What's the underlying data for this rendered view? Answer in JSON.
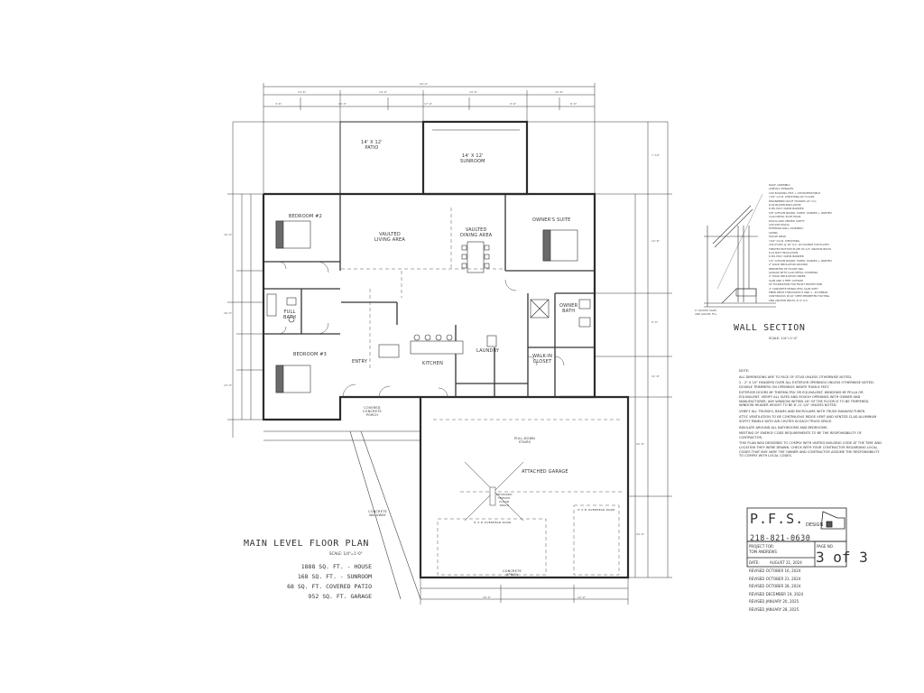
{
  "plan": {
    "title": "MAIN LEVEL FLOOR PLAN",
    "scale": "SCALE: 1/4\"=1'-0\"",
    "areas": [
      "1888 SQ. FT. - HOUSE",
      "168 SQ. FT. - SUNROOM",
      "68 SQ. FT. COVERED PATIO",
      "952 SQ. FT. GARAGE"
    ]
  },
  "rooms": {
    "patio": "14' X 12'\nPATIO",
    "sunroom": "14' X 12'\nSUNROOM",
    "bedroom2": "BEDROOM #2",
    "living": "VAULTED\nLIVING AREA",
    "dining": "VAULTED\nDINING AREA",
    "owners_suite": "OWNER'S SUITE",
    "full_bath": "FULL\nBATH",
    "owner_bath": "OWNER\nBATH",
    "laundry": "LAUNDRY",
    "walkin": "WALK-IN\nCLOSET",
    "bedroom3": "BEDROOM #3",
    "entry": "ENTRY",
    "kitchen": "KITCHEN",
    "garage": "ATTACHED GARAGE",
    "pulldown": "PULL-DOWN\nSTAIRS",
    "covered_porch": "COVERED\nCONCRETE\nPORCH",
    "apron": "CONCRETE\nAPRON",
    "walkway": "CONCRETE\nWALKWAY",
    "garage_trench": "RECESSED\nTRENCH\nFLOOR\nDRAIN",
    "overhead_door_left": "9' X 8' OVERHEAD DOOR",
    "overhead_door_right": "9' X 8' OVERHEAD DOOR"
  },
  "dimensions": {
    "overall_width": "54'-0\"",
    "top": [
      "13'-6\"",
      "14'-0\"",
      "14'-0\"",
      "12'-6\""
    ],
    "top2": [
      "3'-6\"",
      "14'-4\"",
      "17'-0\"",
      "9'-6\"",
      "6'-0\""
    ],
    "left": [
      "19'-0\"",
      "16'-0\"",
      "13'-0\""
    ],
    "right": [
      "7'-10\"",
      "12'-6\"",
      "5'-0\"",
      "11'-6\""
    ],
    "garage_bottom": [
      "34'-0\"",
      "12'-0\""
    ],
    "garage_side": [
      "23'-0\"",
      "24'-0\""
    ]
  },
  "wall_section": {
    "title": "WALL SECTION",
    "scale": "SCALE: 1/4\"=1'-0\"",
    "notes": [
      "ROOF ASSEMBLY:",
      "ASPHALT SHINGLES",
      "15# BUILDING FELT + ICE/WATERSHIELD",
      "7/16\" O.S.B. SHEATHING W/ H-CLIPS",
      "ENGINEERED ROOF TRUSSES 24\" O.C.",
      "R-49 BLOWN INSULATION",
      "6 MIL POLY VAPOR BARRIER",
      "5/8\" GYPSUM BOARD, TAPED, SANDED + PAINTED",
      "",
      "CLAD METAL ROOF EDGE,",
      "FASCIA AND VENTED SOFFIT",
      "2X6 SUB FASCIA",
      "",
      "EXTERIOR WALL ASSEMBLY:",
      "SIDING",
      "HOUSE WRAP",
      "7/16\" O.S.B. SHEATHING",
      "2X6 STUDS @ 16\" O.C. W/ DOUBLE TOP PLATES",
      "TREATED BOTTOM PLATE W/ 1/2\" ANCHOR BOLTS",
      "R-21 BATT INSULATION",
      "6 MIL POLY VAPOR BARRIER",
      "1/2\" GYPSUM BOARD, TAPED, SANDED + PAINTED",
      "",
      "2\" RIGID INSULATION AROUND",
      "PERIMETER OF HOUSE AND",
      "GARAGE WITH CLAD METAL COVERING",
      "2\" RIGID INSULATION UNDER",
      "SLAB AND 4 FEET OUTSIDE",
      "OF FOUNDATION FOR FROST PROTECTION",
      "",
      "4\" CONCRETE MONOLITHIC SLAB WITH",
      "FIBER MESH THROUGHOUT AND 1 - #4 REBAR,",
      "CONTINUOUS IN 16\" DEEP PERIMETER FOOTING",
      "AND ANCHOR BOLTS, 6'-0\" O.C."
    ],
    "footing_label": "6\" PACKED SAND\nAND GRAVEL FILL"
  },
  "notes": [
    "NOTE:",
    "ALL DIMENSIONS ARE TO FACE OF STUD UNLESS OTHERWISE NOTED.",
    "2 - 2\" X 10\" HEADERS OVER ALL EXTERIOR OPENINGS UNLESS OTHERWISE NOTED. DOUBLE TRIMMERS ON OPENINGS WIDER THAN 6 FEET.",
    "EXTERIOR DOORS BY THERMA-TRU OR EQUIVALENT. WINDOWS BY PELLA OR EQUIVALENT. VERIFY ALL SIZES AND ROUGH OPENINGS WITH OWNER AND MANUFACTURER. ANY WINDOW WITHIN 18\" OF THE FLOOR IS TO BE TEMPERED. WINDOW HEADER HEIGHT TO BE 6'-11 1/4\" UNLESS NOTED.",
    "VERIFY ALL TRUSSES, BEAMS AND MICROLAMS WITH TRUSS MANUFACTURER.",
    "ATTIC VENTILATION TO BE CONTINUOUS RIDGE VENT AND VENTED CLAD ALUMINUM SOFFIT PANELS WITH AIR CHUTES IN EACH TRUSS SPACE.",
    "INSULATE AROUND ALL BATHROOMS AND BEDROOMS.",
    "MEETING OF ENERGY CODE REQUIREMENTS TO BE THE RESPONSIBILITY OF CONTRACTOR.",
    "THIS PLAN WAS DESIGNED TO COMPLY WITH UNITED BUILDING CODE AT THE TIME AND LOCATION THEY WERE DRAWN. CHECK WITH YOUR CONTRACTOR REGARDING LOCAL CODES THAT MAY VARY. THE OWNER AND CONTRACTOR ASSUME THE RESPONSIBILITY TO COMPLY WITH LOCAL CODES."
  ],
  "title_block": {
    "logo": "P.F.S.",
    "design": "DESIGN",
    "phone": "218-821-0630",
    "project_for_label": "PROJECT FOR:",
    "client": "TOM ANDREWS",
    "date_label": "DATE:",
    "date": "AUGUST 21, 2024",
    "page_label": "PAGE NO.",
    "page": "3 of 3",
    "revisions": [
      "REVISED OCTOBER 16, 2024",
      "REVISED OCTOBER 21, 2024",
      "REVISED OCTOBER 28, 2024",
      "REVISED DECEMBER 19, 2024",
      "REVISED JANUARY 20, 2025",
      "REVISED JANUARY 28, 2025"
    ]
  }
}
